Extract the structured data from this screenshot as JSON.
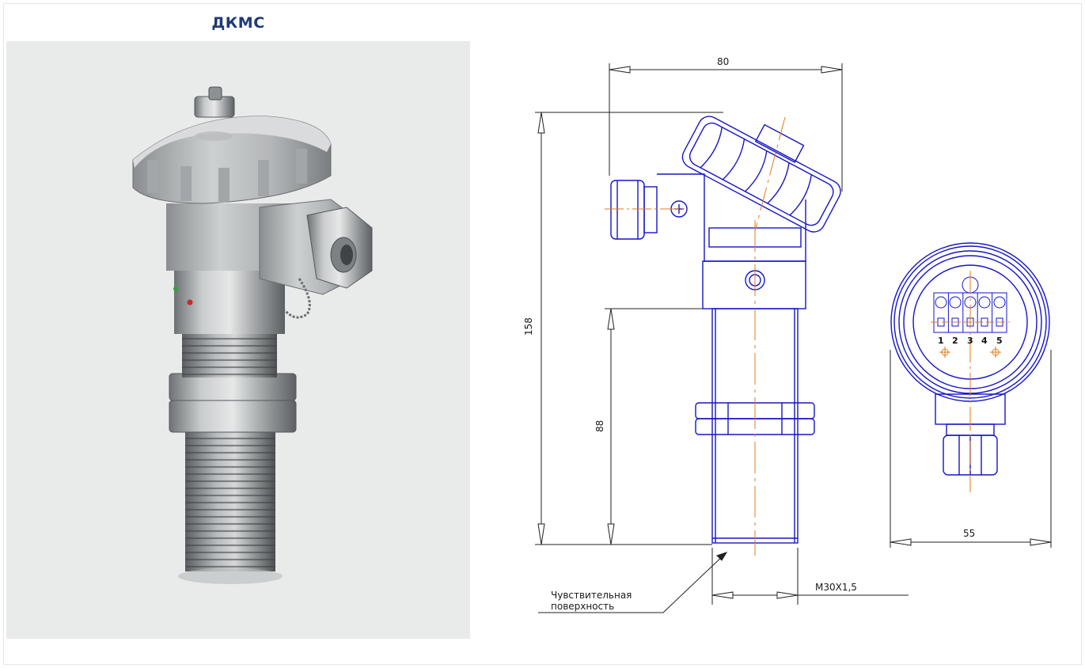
{
  "product": {
    "title": "ДКМС"
  },
  "drawing": {
    "dimensions": {
      "overall_width": "80",
      "overall_height": "158",
      "tube_length": "88",
      "head_diameter": "55",
      "thread": "M30X1,5"
    },
    "callout": {
      "line1": "Чувствительная",
      "line2": "поверхность"
    },
    "terminals": [
      "1",
      "2",
      "3",
      "4",
      "5"
    ]
  },
  "colors": {
    "title": "#1f3a78",
    "outline": "#1515c8",
    "axis": "#e07a1f",
    "dimension": "#222222",
    "photo_bg": "#e9ebeb"
  }
}
